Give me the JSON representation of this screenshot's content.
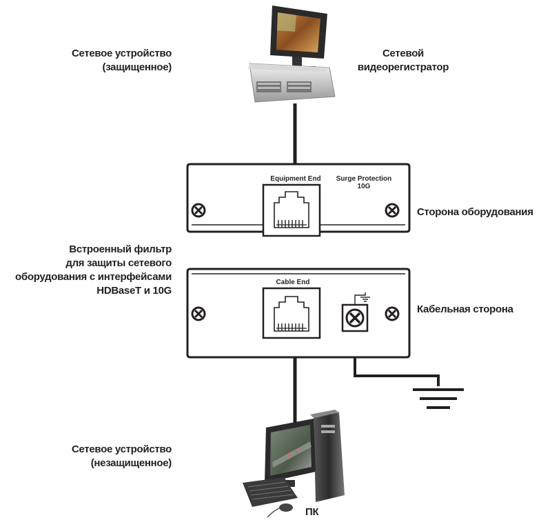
{
  "labels": {
    "protected_device": [
      "Сетевое устройство",
      "(защищенное)"
    ],
    "nvr": [
      "Сетевой",
      "видеорегистратор"
    ],
    "equipment_side": "Сторона оборудования",
    "builtin_filter": [
      "Встроенный фильтр",
      "для защиты сетевого",
      "оборудования с интерфейсами",
      "HDBaseT и 10G"
    ],
    "cable_side": "Кабельная сторона",
    "unprotected_device": [
      "Сетевое устройство",
      "(незащищенное)"
    ],
    "pc": "ПК"
  },
  "panel_top": {
    "port_label": "Equipment End",
    "brand_label": [
      "Surge Protection",
      "10G"
    ]
  },
  "panel_bottom": {
    "port_label": "Cable End"
  },
  "icons": [
    "nvr-monitor-icon",
    "pc-workstation-icon",
    "rj45-port-icon",
    "screw-icon",
    "ground-symbol-icon"
  ],
  "colors": {
    "ink": "#231f20",
    "panel_fill": "#ffffff"
  }
}
